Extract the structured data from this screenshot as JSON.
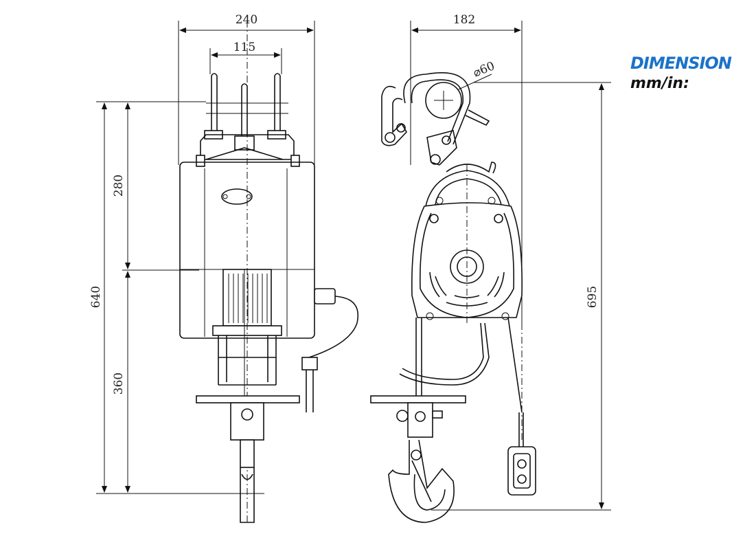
{
  "title": {
    "main": "DIMENSION",
    "sub": "mm/in:"
  },
  "dimensions": {
    "front_width": "240",
    "hook_spacing": "115",
    "side_width": "182",
    "mount_diameter": "⌀60",
    "upper_height": "280",
    "total_height": "640",
    "lower_height": "360",
    "side_height": "695"
  },
  "colors": {
    "title": "#1a73c9",
    "line": "#111111",
    "background": "#ffffff"
  }
}
